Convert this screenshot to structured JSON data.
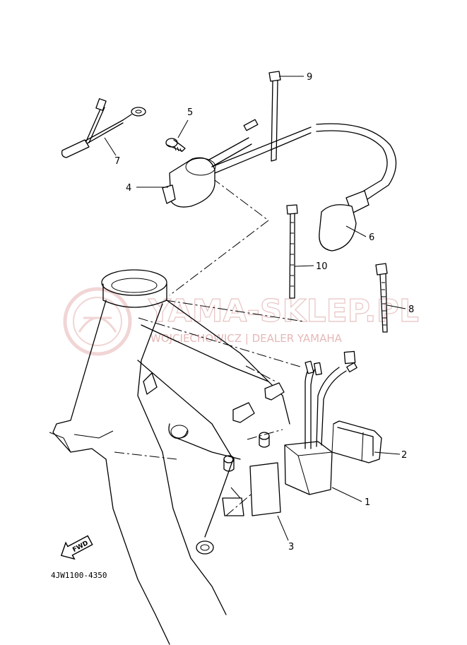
{
  "watermark": {
    "title": "YAMA-SKLEP.PL",
    "subtitle": "WOJCIECHOWICZ | DEALER YAMAHA"
  },
  "diagram_code": "4JW1100-4350",
  "fwd_label": "FWD",
  "callouts": {
    "c1": "1",
    "c2": "2",
    "c3": "3",
    "c4": "4",
    "c5": "5",
    "c6": "6",
    "c7": "7",
    "c8": "8",
    "c9": "9",
    "c10": "10"
  },
  "colors": {
    "line": "#000000",
    "watermark": "#e8c4c4",
    "background": "#ffffff"
  }
}
